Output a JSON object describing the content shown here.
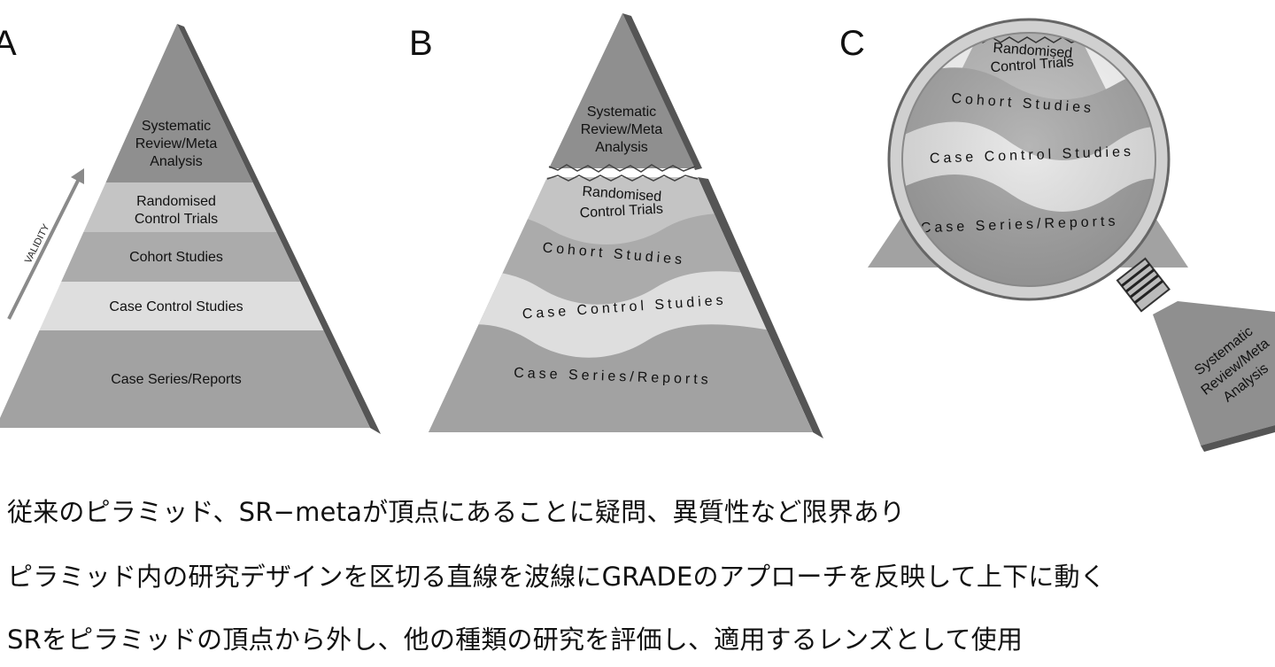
{
  "panels": {
    "a": {
      "letter": "A",
      "axis_label": "VALIDITY",
      "tiers": [
        "Systematic",
        "Review/Meta",
        "Analysis",
        "Randomised",
        "Control Trials",
        "Cohort Studies",
        "Case Control Studies",
        "Case Series/Reports"
      ]
    },
    "b": {
      "letter": "B",
      "top": [
        "Systematic",
        "Review/Meta",
        "Analysis"
      ],
      "rct1": "Randomised",
      "rct2": "Control Trials",
      "cohort": "Cohort Studies",
      "casecontrol": "Case Control Studies",
      "series": "Case Series/Reports"
    },
    "c": {
      "letter": "C",
      "rct1": "Randomised",
      "rct2": "Control Trials",
      "cohort": "Cohort Studies",
      "casecontrol": "Case Control Studies",
      "series": "Case Series/Reports",
      "handle": [
        "Systematic",
        "Review/Meta",
        "Analysis"
      ]
    }
  },
  "captions": [
    "従来のピラミッド、SR−metaが頂点にあることに疑問、異質性など限界あり",
    "ピラミッド内の研究デザインを区切る直線を波線にGRADEのアプローチを反映して上下に動く",
    "SRをピラミッドの頂点から外し、他の種類の研究を評価し、適用するレンズとして使用"
  ]
}
